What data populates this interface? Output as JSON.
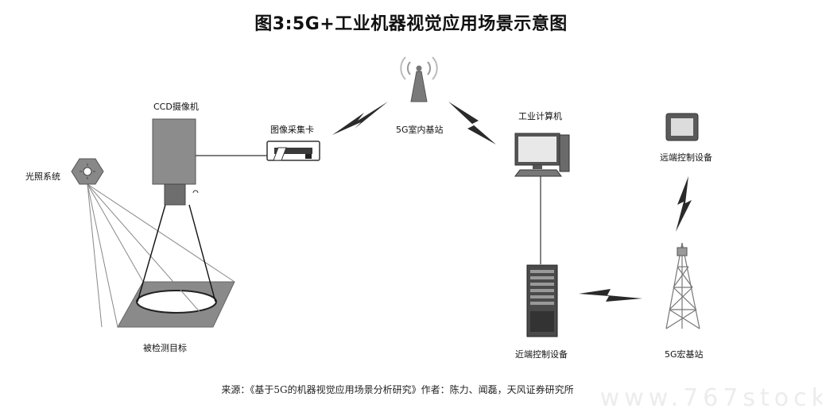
{
  "title": "图3:5G+工业机器视觉应用场景示意图",
  "labels": {
    "ccd_camera": "CCD摄像机",
    "capture_card": "图像采集卡",
    "indoor_base_station": "5G室内基站",
    "industrial_computer": "工业计算机",
    "remote_control": "远端控制设备",
    "lighting_system": "光照系统",
    "inspection_target": "被检测目标",
    "local_control": "近端控制设备",
    "macro_base_station": "5G宏基站"
  },
  "source": "来源：《基于5G的机器视觉应用场景分析研究》作者：陈力、闻磊，天风证券研究所",
  "watermark": "www.767stock",
  "icons": [
    "camera-icon",
    "capture-card-icon",
    "antenna-icon",
    "computer-icon",
    "tablet-icon",
    "lamp-icon",
    "server-icon",
    "tower-icon",
    "lightning-icon"
  ]
}
